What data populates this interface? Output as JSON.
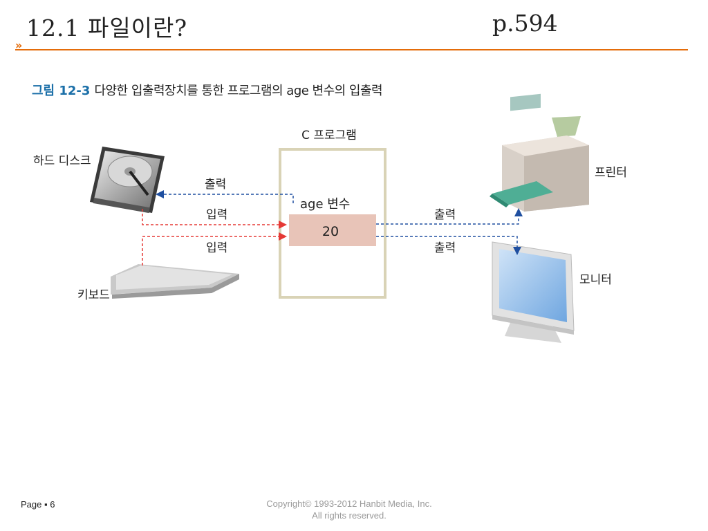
{
  "header": {
    "title": "12.1 파일이란?",
    "page_ref": "p.594",
    "bullet": "»"
  },
  "figure": {
    "number": "그림 12-3",
    "caption": "다양한 입출력장치를 통한 프로그램의 age 변수의 입출력",
    "program_label": "C 프로그램",
    "variable_label": "age 변수",
    "variable_value": "20",
    "devices": {
      "hard_disk": "하드 디스크",
      "keyboard": "키보드",
      "printer": "프린터",
      "monitor": "모니터"
    },
    "arrows": {
      "disk_output": "출력",
      "disk_input": "입력",
      "keyboard_input": "입력",
      "printer_output": "출력",
      "monitor_output": "출력"
    },
    "colors": {
      "output_arrow": "#1f4fa0",
      "input_arrow": "#e53935",
      "variable_box": "#e8c4b8",
      "program_box_border": "#d8d0b0"
    }
  },
  "footer": {
    "page": "Page ▪ 6",
    "copyright_line1": "Copyright© 1993-2012 Hanbit Media, Inc.",
    "copyright_line2": "All rights reserved."
  }
}
